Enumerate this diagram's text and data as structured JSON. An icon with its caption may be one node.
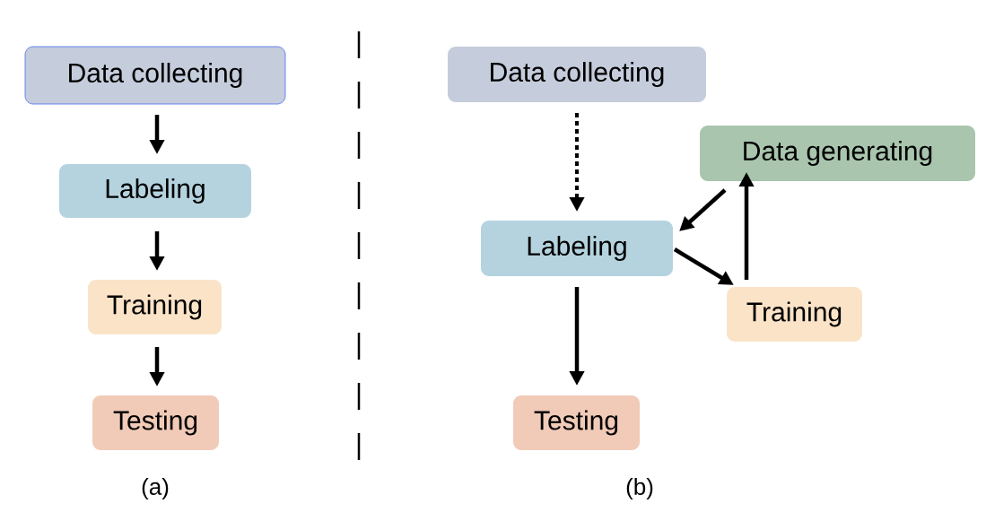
{
  "diagram": {
    "nodes": [
      {
        "text": [
          "Data collecting"
        ]
      },
      {
        "text": [
          "Labeling"
        ]
      },
      {
        "text": [
          "Training"
        ]
      },
      {
        "text": [
          "Testing"
        ]
      },
      {
        "text": [
          "Data collecting"
        ]
      },
      {
        "text": [
          "Data generating"
        ]
      },
      {
        "text": [
          "Labeling"
        ]
      },
      {
        "text": [
          "Training"
        ]
      },
      {
        "text": [
          "Testing"
        ]
      }
    ],
    "edges": [
      {
        "from": 0,
        "to": 1,
        "arrow": "to"
      },
      {
        "from": 1,
        "to": 2,
        "arrow": "to"
      },
      {
        "from": 2,
        "to": 3,
        "arrow": "to"
      },
      {
        "from": 4,
        "to": 6,
        "arrow": "to",
        "style": "dashed"
      },
      {
        "from": 5,
        "to": 6,
        "arrow": "to"
      },
      {
        "from": 6,
        "to": 7,
        "arrow": "to"
      },
      {
        "from": 7,
        "to": 5,
        "arrow": "to"
      },
      {
        "from": 6,
        "to": 8,
        "arrow": "to"
      }
    ],
    "labels": [
      "(a)",
      "(b)"
    ]
  }
}
